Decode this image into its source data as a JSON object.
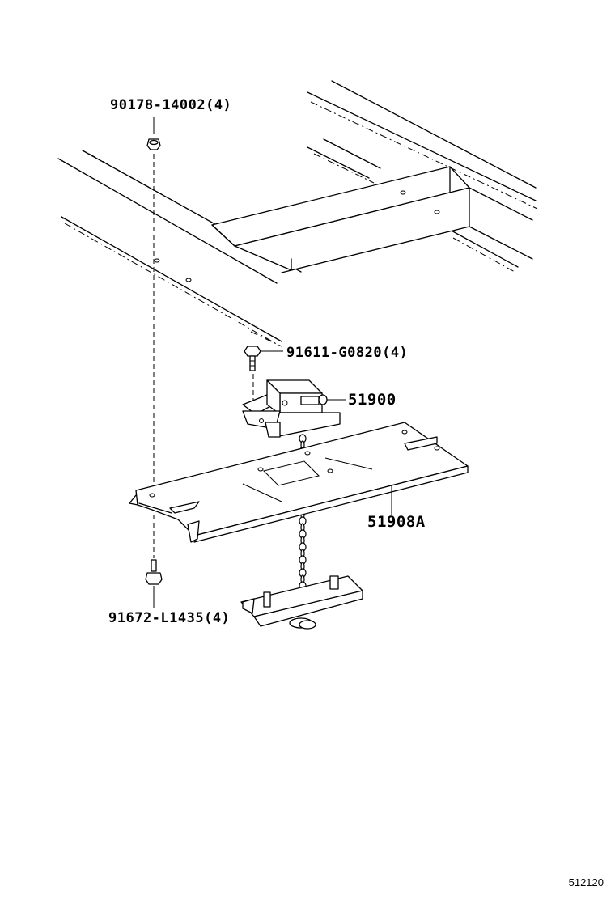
{
  "parts": {
    "nut_top": "90178-14002(4)",
    "bolt_mid": "91611-G0820(4)",
    "winch": "51900",
    "carrier": "51908A",
    "bolt_bottom": "91672-L1435(4)"
  },
  "figure_number": "512120"
}
